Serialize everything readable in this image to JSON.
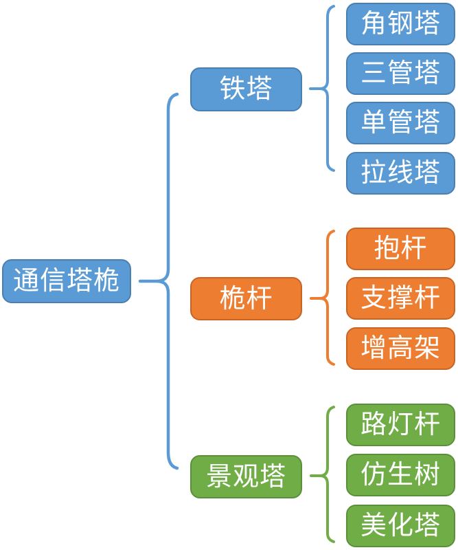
{
  "colors": {
    "blue": "#5B9BD5",
    "blue_border": "#4A7FB0",
    "orange": "#ED7D31",
    "orange_border": "#C86525",
    "green": "#70AD47",
    "green_border": "#5C8F3A"
  },
  "root": {
    "label": "通信塔桅"
  },
  "branches": [
    {
      "label": "铁塔",
      "children": [
        "角钢塔",
        "三管塔",
        "单管塔",
        "拉线塔"
      ]
    },
    {
      "label": "桅杆",
      "children": [
        "抱杆",
        "支撑杆",
        "增高架"
      ]
    },
    {
      "label": "景观塔",
      "children": [
        "路灯杆",
        "仿生树",
        "美化塔"
      ]
    }
  ]
}
